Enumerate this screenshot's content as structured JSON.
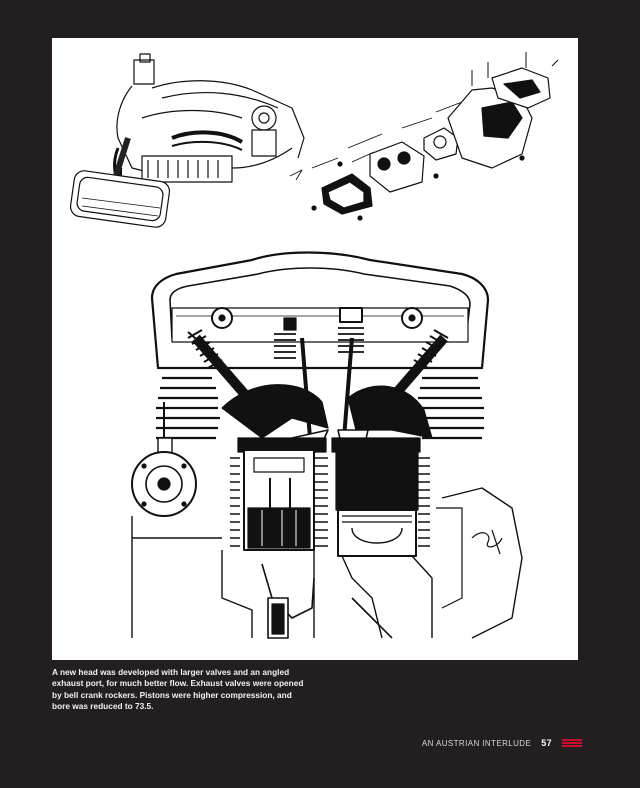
{
  "caption": "A new head was developed with larger valves and an angled exhaust port, for much better flow. Exhaust valves were opened by bell crank rockers. Pistons were higher compression, and bore was reduced to 73.5.",
  "footer": {
    "section_title": "AN AUSTRIAN INTERLUDE",
    "page_number": "57"
  },
  "colors": {
    "page_background": "#231f20",
    "plate_background": "#ffffff",
    "accent": "#c8102e"
  }
}
